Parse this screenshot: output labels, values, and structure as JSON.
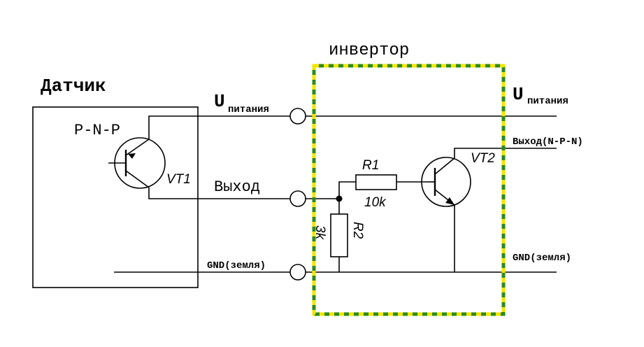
{
  "sensor": {
    "title": "Датчик",
    "type": "P-N-P",
    "transistor": "VT1"
  },
  "inverter": {
    "title": "инвертор",
    "border_colors": [
      "#2e8b1e",
      "#f2e600"
    ]
  },
  "left_terminals": {
    "supply_main": "U",
    "supply_sub": "питания",
    "output": "Выход",
    "gnd": "GND(земля)"
  },
  "right_terminals": {
    "supply_main": "U",
    "supply_sub": "питания",
    "output": "Выход(N-P-N)",
    "gnd": "GND(земля)"
  },
  "components": {
    "r1_name": "R1",
    "r1_value": "10k",
    "r2_name": "R2",
    "r2_value": "3k",
    "vt2": "VT2"
  }
}
